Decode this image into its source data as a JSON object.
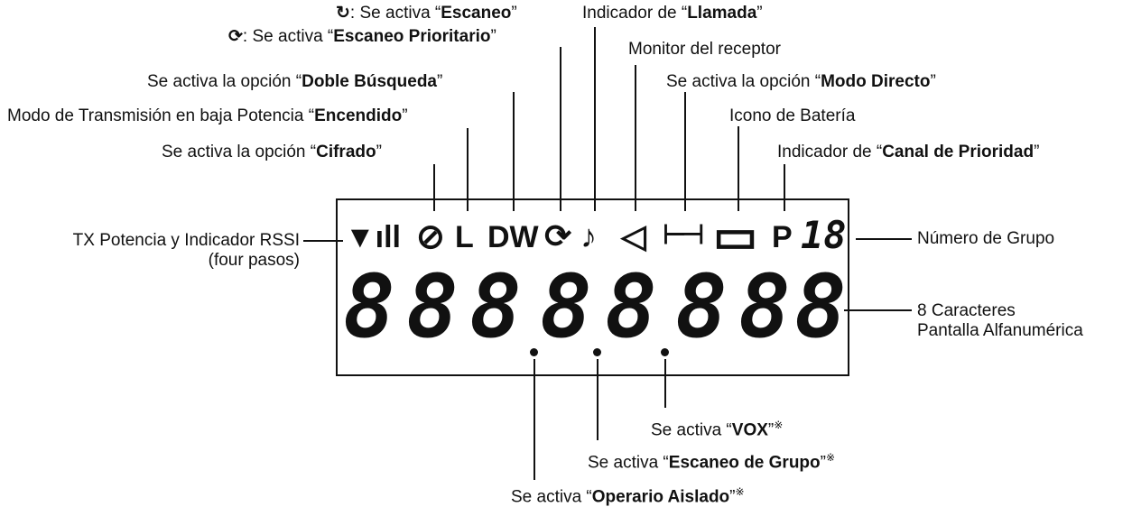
{
  "labels": {
    "scan": {
      "glyph": "↻",
      "pre": ": Se activa “",
      "bold": "Escaneo",
      "post": "”"
    },
    "priority_scan": {
      "glyph": "⟳",
      "pre": ": Se activa “",
      "bold": "Escaneo Prioritario",
      "post": "”"
    },
    "call": {
      "pre": "Indicador de “",
      "bold": "Llamada",
      "post": "”"
    },
    "monitor": {
      "text": "Monitor del receptor"
    },
    "dual_watch": {
      "pre": "Se activa la opción “",
      "bold": "Doble Búsqueda",
      "post": "”"
    },
    "direct_mode": {
      "pre": "Se activa la opción “",
      "bold": "Modo Directo",
      "post": "”"
    },
    "low_power": {
      "pre": "Modo de Transmisión en baja Potencia “",
      "bold": "Encendido",
      "post": "”"
    },
    "battery": {
      "text": "Icono de Batería"
    },
    "scrambler": {
      "pre": "Se activa la opción “",
      "bold": "Cifrado",
      "post": "”"
    },
    "priority_channel": {
      "pre": "Indicador de “",
      "bold": "Canal de Prioridad",
      "post": "”"
    },
    "tx_rssi_line1": {
      "text": "TX Potencia y Indicador RSSI"
    },
    "tx_rssi_line2": {
      "text": "(four pasos)"
    },
    "group_number": {
      "text": "Número de Grupo"
    },
    "alnum_line1": {
      "text": "8 Caracteres"
    },
    "alnum_line2": {
      "text": "Pantalla Alfanumérica"
    },
    "vox": {
      "pre": "Se activa “",
      "bold": "VOX",
      "post": "”",
      "mark": "※"
    },
    "group_scan": {
      "pre": "Se activa “",
      "bold": "Escaneo de Grupo",
      "post": "”",
      "mark": "※"
    },
    "lone_worker": {
      "pre": "Se activa “",
      "bold": "Operario Aislado",
      "post": "”",
      "mark": "※"
    }
  },
  "lcd": {
    "icons": {
      "signal": "▼ıll",
      "scrambler": "⊘",
      "low": "L",
      "dw": "DW",
      "priority_scan": "⟳",
      "call": "♪",
      "monitor": "◁",
      "direct": "⊢⊣",
      "battery": "▭",
      "priority": "P",
      "group": "18"
    },
    "segments": [
      "8",
      "8",
      "8",
      "8",
      "8",
      "8",
      "8",
      "8"
    ]
  }
}
